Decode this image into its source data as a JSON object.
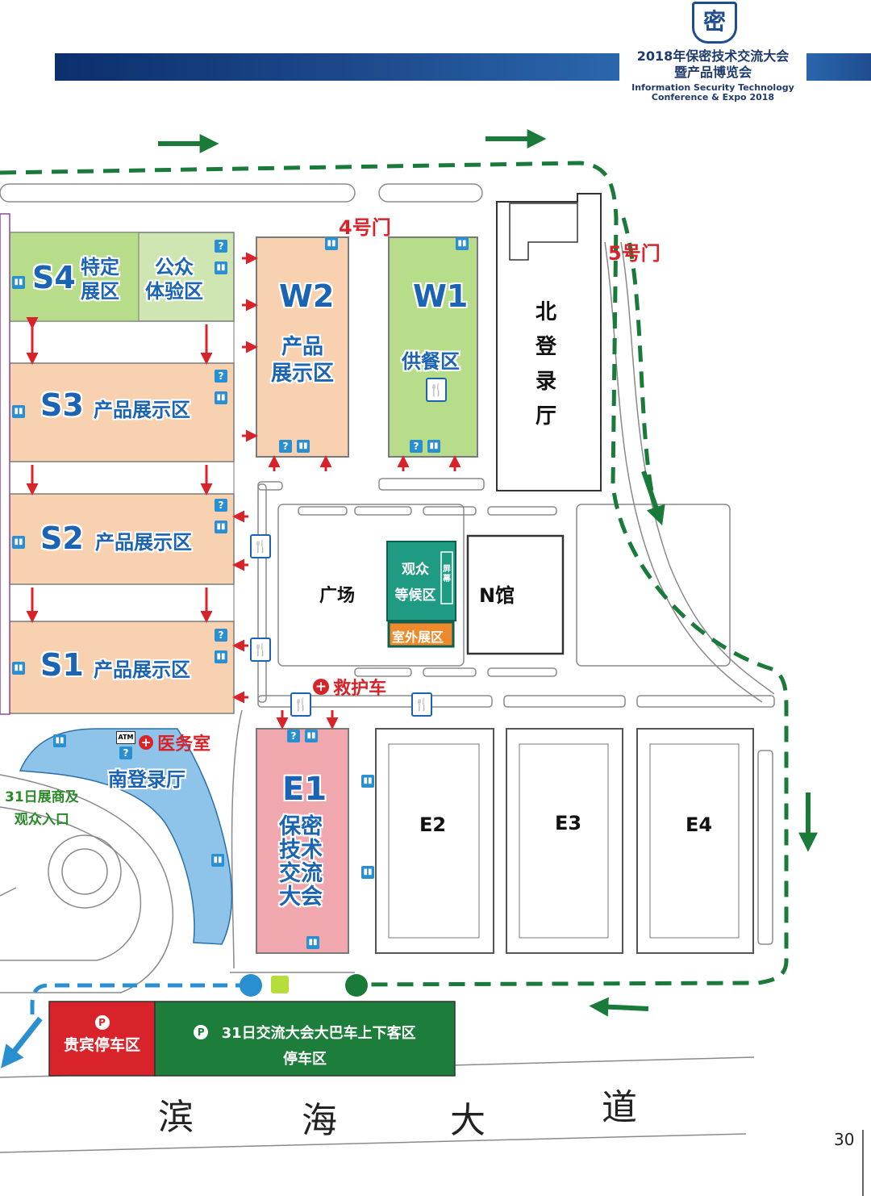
{
  "header": {
    "title_cn_line1": "2018年保密技术交流大会",
    "title_cn_line2": "暨产品博览会",
    "title_en_line1": "Information Security Technology",
    "title_en_line2": "Conference & Expo 2018",
    "logo_glyph": "密"
  },
  "halls": {
    "s4": {
      "code": "S4",
      "zone_a": "特定\n展区",
      "zone_b": "公众\n体验区"
    },
    "s3": {
      "code": "S3",
      "zone": "产品展示区"
    },
    "s2": {
      "code": "S2",
      "zone": "产品展示区"
    },
    "s1": {
      "code": "S1",
      "zone": "产品展示区"
    },
    "w2": {
      "code": "W2",
      "zone": "产品\n展示区"
    },
    "w1": {
      "code": "W1",
      "zone": "供餐区"
    },
    "e1": {
      "code": "E1",
      "zone": "保密\n技术\n交流\n大会"
    },
    "e2": {
      "code": "E2"
    },
    "e3": {
      "code": "E3"
    },
    "e4": {
      "code": "E4"
    },
    "n": {
      "code": "N馆"
    }
  },
  "places": {
    "north_hall": "北\n登\n录\n厅",
    "south_hall": "南登录厅",
    "plaza": "广场",
    "waiting_area": "观众\n等候区",
    "screen": "屏幕",
    "outdoor": "室外展区",
    "medical": "医务室",
    "ambulance": "救护车",
    "gate4": "4号门",
    "gate5": "5号门",
    "exhibitor_entrance": "31日展商及\n观众入口",
    "vip_parking": "贵宾停车区",
    "bus_parking_line1": "31日交流大会大巴车上下客区",
    "bus_parking_line2": "停车区",
    "parking_symbol": "P",
    "atm": "ATM"
  },
  "road": {
    "chars": [
      "滨",
      "海",
      "大",
      "道"
    ]
  },
  "page_number": "30",
  "colors": {
    "header_bar": "#1f4d8f",
    "route_green": "#1a7a3a",
    "route_blue": "#2a8fd0",
    "hall_orange": "#f8d2b0",
    "hall_green": "#b7dd8b",
    "hall_s4": "#cfe6b3",
    "hall_e1": "#f1a7ae",
    "south_hall": "#8ec4ea",
    "waiting": "#1f9a83",
    "vip": "#d9232a",
    "bus": "#1d7d3a",
    "label_blue": "#1b63b3",
    "label_red": "#d9232a"
  }
}
